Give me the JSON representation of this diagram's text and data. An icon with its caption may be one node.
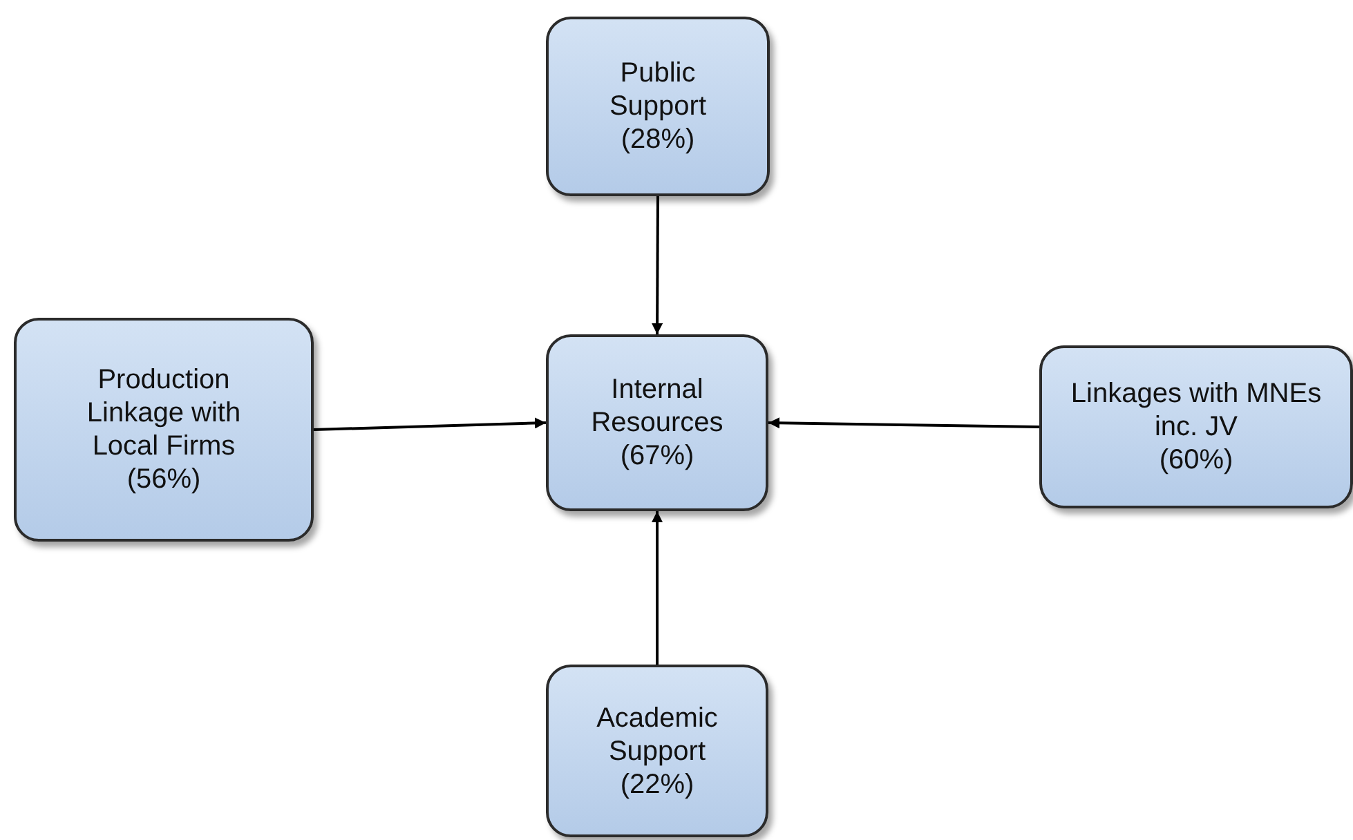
{
  "diagram": {
    "nodes": [
      {
        "text": [
          "Public Support",
          "(28%)"
        ]
      },
      {
        "text": [
          "Production Linkage with Local Firms",
          "(56%)"
        ]
      },
      {
        "text": [
          "Internal Resources",
          "(67%)"
        ]
      },
      {
        "text": [
          "Linkages with MNEs inc. JV",
          "(60%)"
        ]
      },
      {
        "text": [
          "Academic Support",
          "(22%)"
        ]
      }
    ],
    "edges": [
      {
        "from": 0,
        "to": 2,
        "arrow": "to"
      },
      {
        "from": 1,
        "to": 2,
        "arrow": "to"
      },
      {
        "from": 3,
        "to": 2,
        "arrow": "to"
      },
      {
        "from": 4,
        "to": 2,
        "arrow": "to"
      }
    ]
  }
}
